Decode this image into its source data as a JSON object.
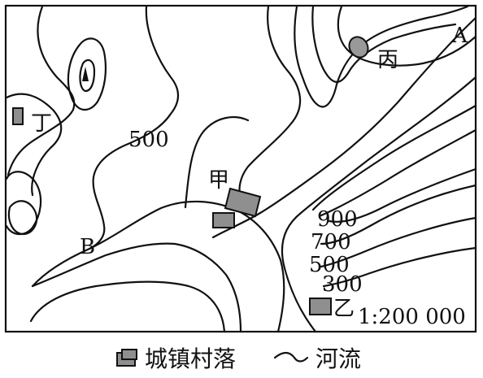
{
  "labels": {
    "contour_500_left": "500",
    "point_A": "A",
    "point_B": "B",
    "place_bing": "丙",
    "place_ding": "丁",
    "place_jia": "甲",
    "place_yi": "乙",
    "contour_900": "900",
    "contour_700": "700",
    "contour_500_right": "500",
    "contour_300": "300",
    "scale": "1:200 000"
  },
  "legend": {
    "settlement_label": "城镇村落",
    "river_label": "河流"
  },
  "colors": {
    "line": "#111111",
    "settlement_fill": "#8f8f8f",
    "background": "#ffffff"
  },
  "icons": {
    "peak": "peak-triangle-icon",
    "settlement": "settlement-icon",
    "river": "river-icon"
  }
}
